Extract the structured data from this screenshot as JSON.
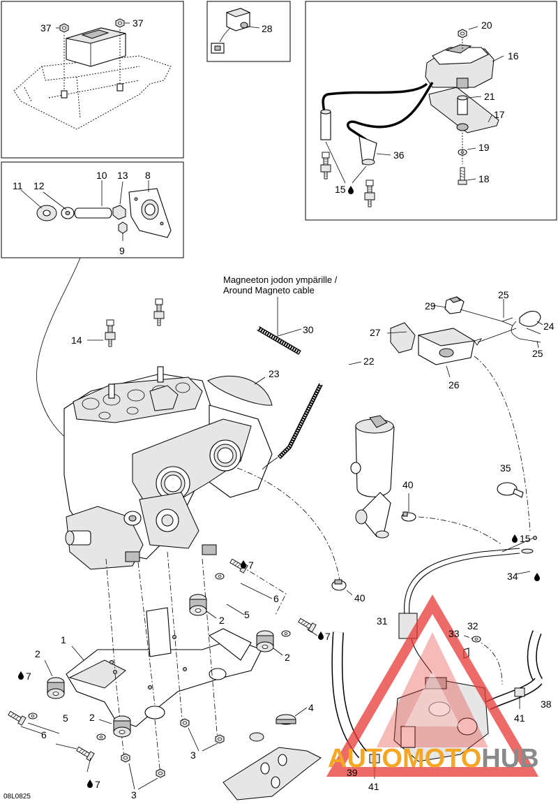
{
  "annotation": {
    "line1": "Magneeton jodon ympärille /",
    "line2": "Around Magneto cable"
  },
  "doc_code": "08L0825",
  "watermark": {
    "part1": "AUTO",
    "part2": "MOTO",
    "part3": "HUB",
    "color_red": "#e53935",
    "color_orange": "#f5a623",
    "color_gray": "#8a8a8a"
  },
  "callouts": [
    {
      "id": "c37a",
      "text": "37"
    },
    {
      "id": "c37b",
      "text": "37"
    },
    {
      "id": "c28",
      "text": "28"
    },
    {
      "id": "c20",
      "text": "20"
    },
    {
      "id": "c16",
      "text": "16"
    },
    {
      "id": "c21",
      "text": "21"
    },
    {
      "id": "c17",
      "text": "17"
    },
    {
      "id": "c19",
      "text": "19"
    },
    {
      "id": "c18",
      "text": "18"
    },
    {
      "id": "c36",
      "text": "36"
    },
    {
      "id": "c15a",
      "text": "15"
    },
    {
      "id": "c11",
      "text": "11"
    },
    {
      "id": "c12",
      "text": "12"
    },
    {
      "id": "c10",
      "text": "10"
    },
    {
      "id": "c13",
      "text": "13"
    },
    {
      "id": "c8",
      "text": "8"
    },
    {
      "id": "c9",
      "text": "9"
    },
    {
      "id": "c14",
      "text": "14"
    },
    {
      "id": "c30",
      "text": "30"
    },
    {
      "id": "c23",
      "text": "23"
    },
    {
      "id": "c22",
      "text": "22"
    },
    {
      "id": "c25a",
      "text": "25"
    },
    {
      "id": "c29",
      "text": "29"
    },
    {
      "id": "c27",
      "text": "27"
    },
    {
      "id": "c24",
      "text": "24"
    },
    {
      "id": "c25b",
      "text": "25"
    },
    {
      "id": "c26",
      "text": "26"
    },
    {
      "id": "c35",
      "text": "35"
    },
    {
      "id": "c40a",
      "text": "40"
    },
    {
      "id": "c15b",
      "text": "15"
    },
    {
      "id": "c34",
      "text": "34"
    },
    {
      "id": "c7a",
      "text": "7"
    },
    {
      "id": "c6a",
      "text": "6"
    },
    {
      "id": "c2a",
      "text": "2"
    },
    {
      "id": "c5a",
      "text": "5"
    },
    {
      "id": "c7b",
      "text": "7"
    },
    {
      "id": "c2b",
      "text": "2"
    },
    {
      "id": "c40b",
      "text": "40"
    },
    {
      "id": "c31",
      "text": "31"
    },
    {
      "id": "c32",
      "text": "32"
    },
    {
      "id": "c33",
      "text": "33"
    },
    {
      "id": "c1",
      "text": "1"
    },
    {
      "id": "c2c",
      "text": "2"
    },
    {
      "id": "c7c",
      "text": "7"
    },
    {
      "id": "c5b",
      "text": "5"
    },
    {
      "id": "c2d",
      "text": "2"
    },
    {
      "id": "c6b",
      "text": "6"
    },
    {
      "id": "c4",
      "text": "4"
    },
    {
      "id": "c3a",
      "text": "3"
    },
    {
      "id": "c3b",
      "text": "3"
    },
    {
      "id": "c7d",
      "text": "7"
    },
    {
      "id": "c41a",
      "text": "41"
    },
    {
      "id": "c38",
      "text": "38"
    },
    {
      "id": "c39",
      "text": "39"
    },
    {
      "id": "c41b",
      "text": "41"
    }
  ]
}
